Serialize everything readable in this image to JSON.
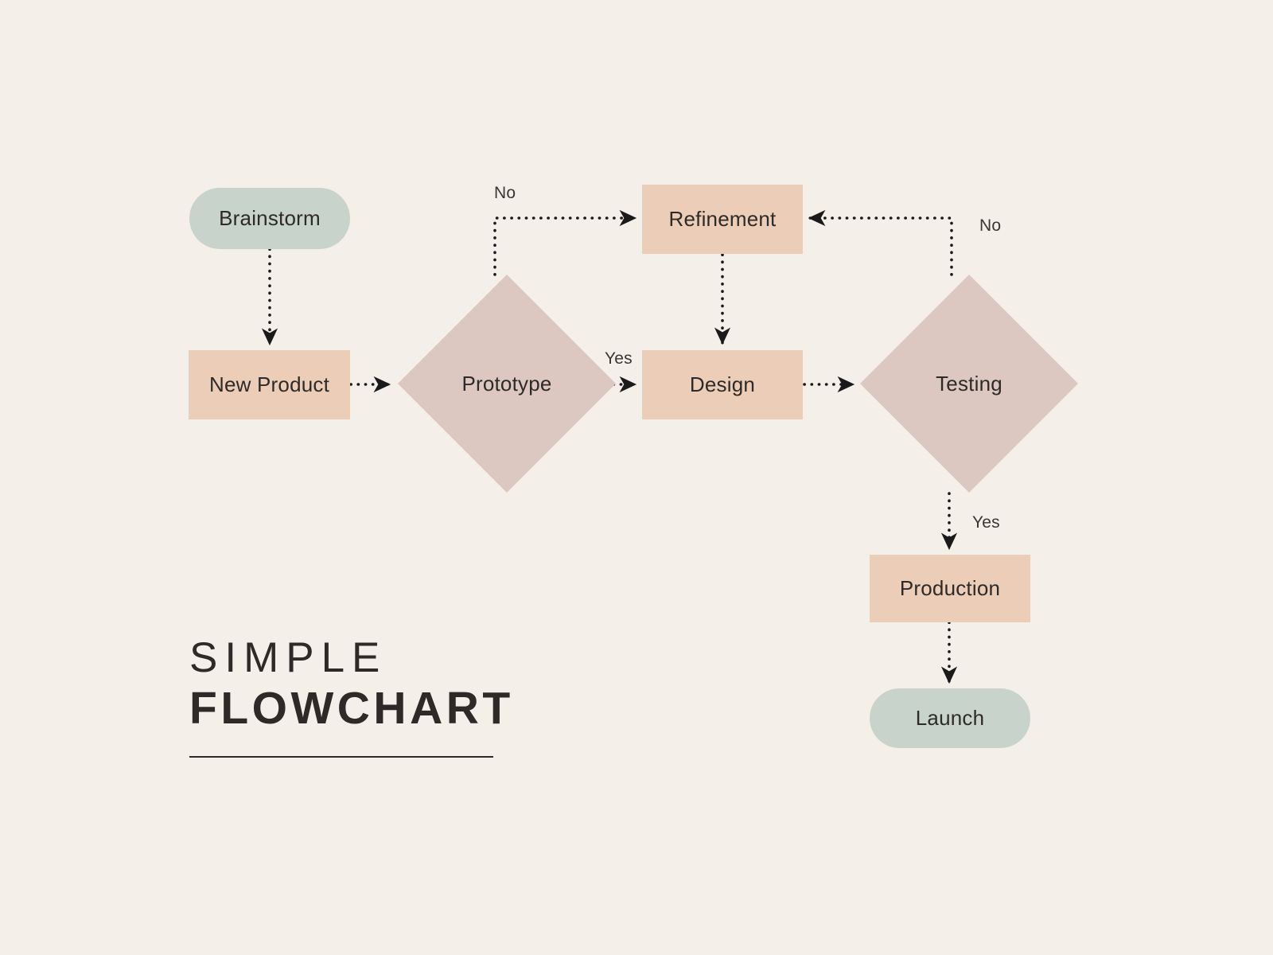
{
  "title": {
    "line1": "SIMPLE",
    "line2": "FLOWCHART"
  },
  "colors": {
    "background": "#f4efe9",
    "terminal": "#c8d4cb",
    "process": "#ebcdb8",
    "decision": "#ddc8c1",
    "text": "#2e2a27",
    "connector": "#1a1a1a"
  },
  "nodes": [
    {
      "id": "brainstorm",
      "label": "Brainstorm",
      "shape": "terminal"
    },
    {
      "id": "new-product",
      "label": "New Product",
      "shape": "process"
    },
    {
      "id": "prototype",
      "label": "Prototype",
      "shape": "decision"
    },
    {
      "id": "refinement",
      "label": "Refinement",
      "shape": "process"
    },
    {
      "id": "design",
      "label": "Design",
      "shape": "process"
    },
    {
      "id": "testing",
      "label": "Testing",
      "shape": "decision"
    },
    {
      "id": "production",
      "label": "Production",
      "shape": "process"
    },
    {
      "id": "launch",
      "label": "Launch",
      "shape": "terminal"
    }
  ],
  "edges": [
    {
      "from": "brainstorm",
      "to": "new-product",
      "label": ""
    },
    {
      "from": "new-product",
      "to": "prototype",
      "label": ""
    },
    {
      "from": "prototype",
      "to": "refinement",
      "label": "No"
    },
    {
      "from": "prototype",
      "to": "design",
      "label": "Yes"
    },
    {
      "from": "refinement",
      "to": "design",
      "label": ""
    },
    {
      "from": "design",
      "to": "testing",
      "label": ""
    },
    {
      "from": "testing",
      "to": "refinement",
      "label": "No"
    },
    {
      "from": "testing",
      "to": "production",
      "label": "Yes"
    },
    {
      "from": "production",
      "to": "launch",
      "label": ""
    }
  ],
  "edge_labels": {
    "prototype_no": "No",
    "prototype_yes": "Yes",
    "testing_no": "No",
    "testing_yes": "Yes"
  }
}
